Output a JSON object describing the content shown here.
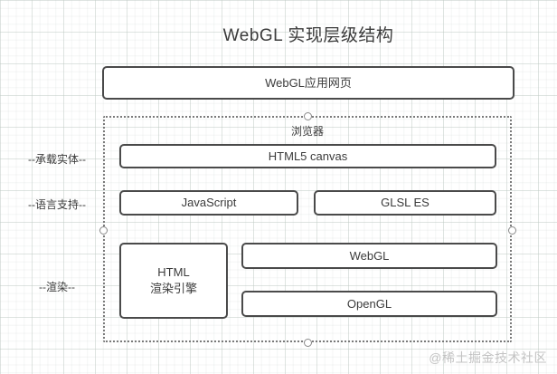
{
  "title": "WebGL 实现层级结构",
  "nodes": {
    "app_page": "WebGL应用网页",
    "browser": "浏览器",
    "html5_canvas": "HTML5 canvas",
    "javascript": "JavaScript",
    "glsl_es": "GLSL ES",
    "html_engine": {
      "line1": "HTML",
      "line2": "渲染引擎"
    },
    "webgl": "WebGL",
    "opengl": "OpenGL"
  },
  "row_labels": {
    "carrier": "--承载实体--",
    "language": "--语言支持--",
    "render": "--渲染--"
  },
  "watermark": "@稀土掘金技术社区",
  "colors": {
    "box_border": "#4a4a4a",
    "text": "#3b3b3b",
    "dotted_border": "#7a7a7a",
    "watermark": "#c3c3c3",
    "background": "#ffffff"
  }
}
